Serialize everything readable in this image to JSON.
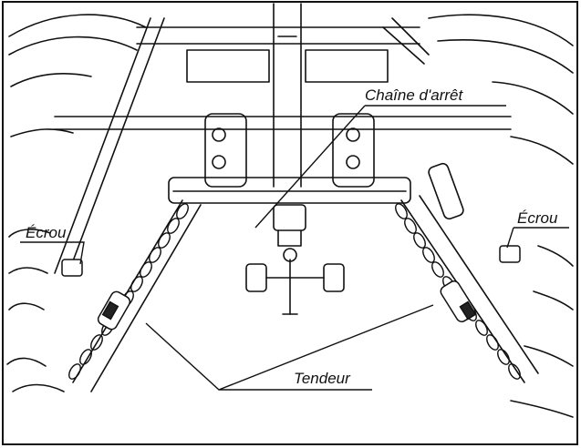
{
  "labels": {
    "stop_chain": "Chaîne d'arrêt",
    "nut_left": "Écrou",
    "nut_right": "Écrou",
    "tensioner": "Tendeur"
  },
  "colors": {
    "line": "#111111",
    "background": "#ffffff",
    "shade": "#222222"
  }
}
